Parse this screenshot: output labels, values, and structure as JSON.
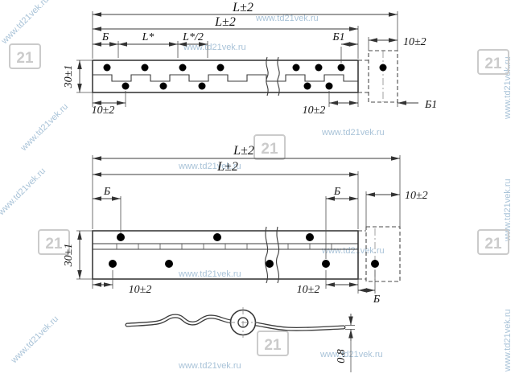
{
  "watermark": {
    "url": "www.td21vek.ru",
    "logo": "21"
  },
  "top_view": {
    "length_total": "L±2",
    "length_leaf": "L±2",
    "margin_b": "Б",
    "pitch": "L*",
    "pitch_half": "L*/2",
    "margin_b1": "Б1",
    "section_width": "10±2",
    "width": "30±1",
    "hole_offset_left": "10±2",
    "hole_offset_right": "10±2",
    "section_b1": "Б1"
  },
  "front_view": {
    "length_total": "L±2",
    "length_leaf": "L±2",
    "margin_left": "Б",
    "margin_right": "Б",
    "section_width": "10±2",
    "width": "30±1",
    "hole_offset_left": "10±2",
    "hole_offset_right": "10±2",
    "section_b": "Б"
  },
  "side_view": {
    "thickness": "0.8"
  }
}
